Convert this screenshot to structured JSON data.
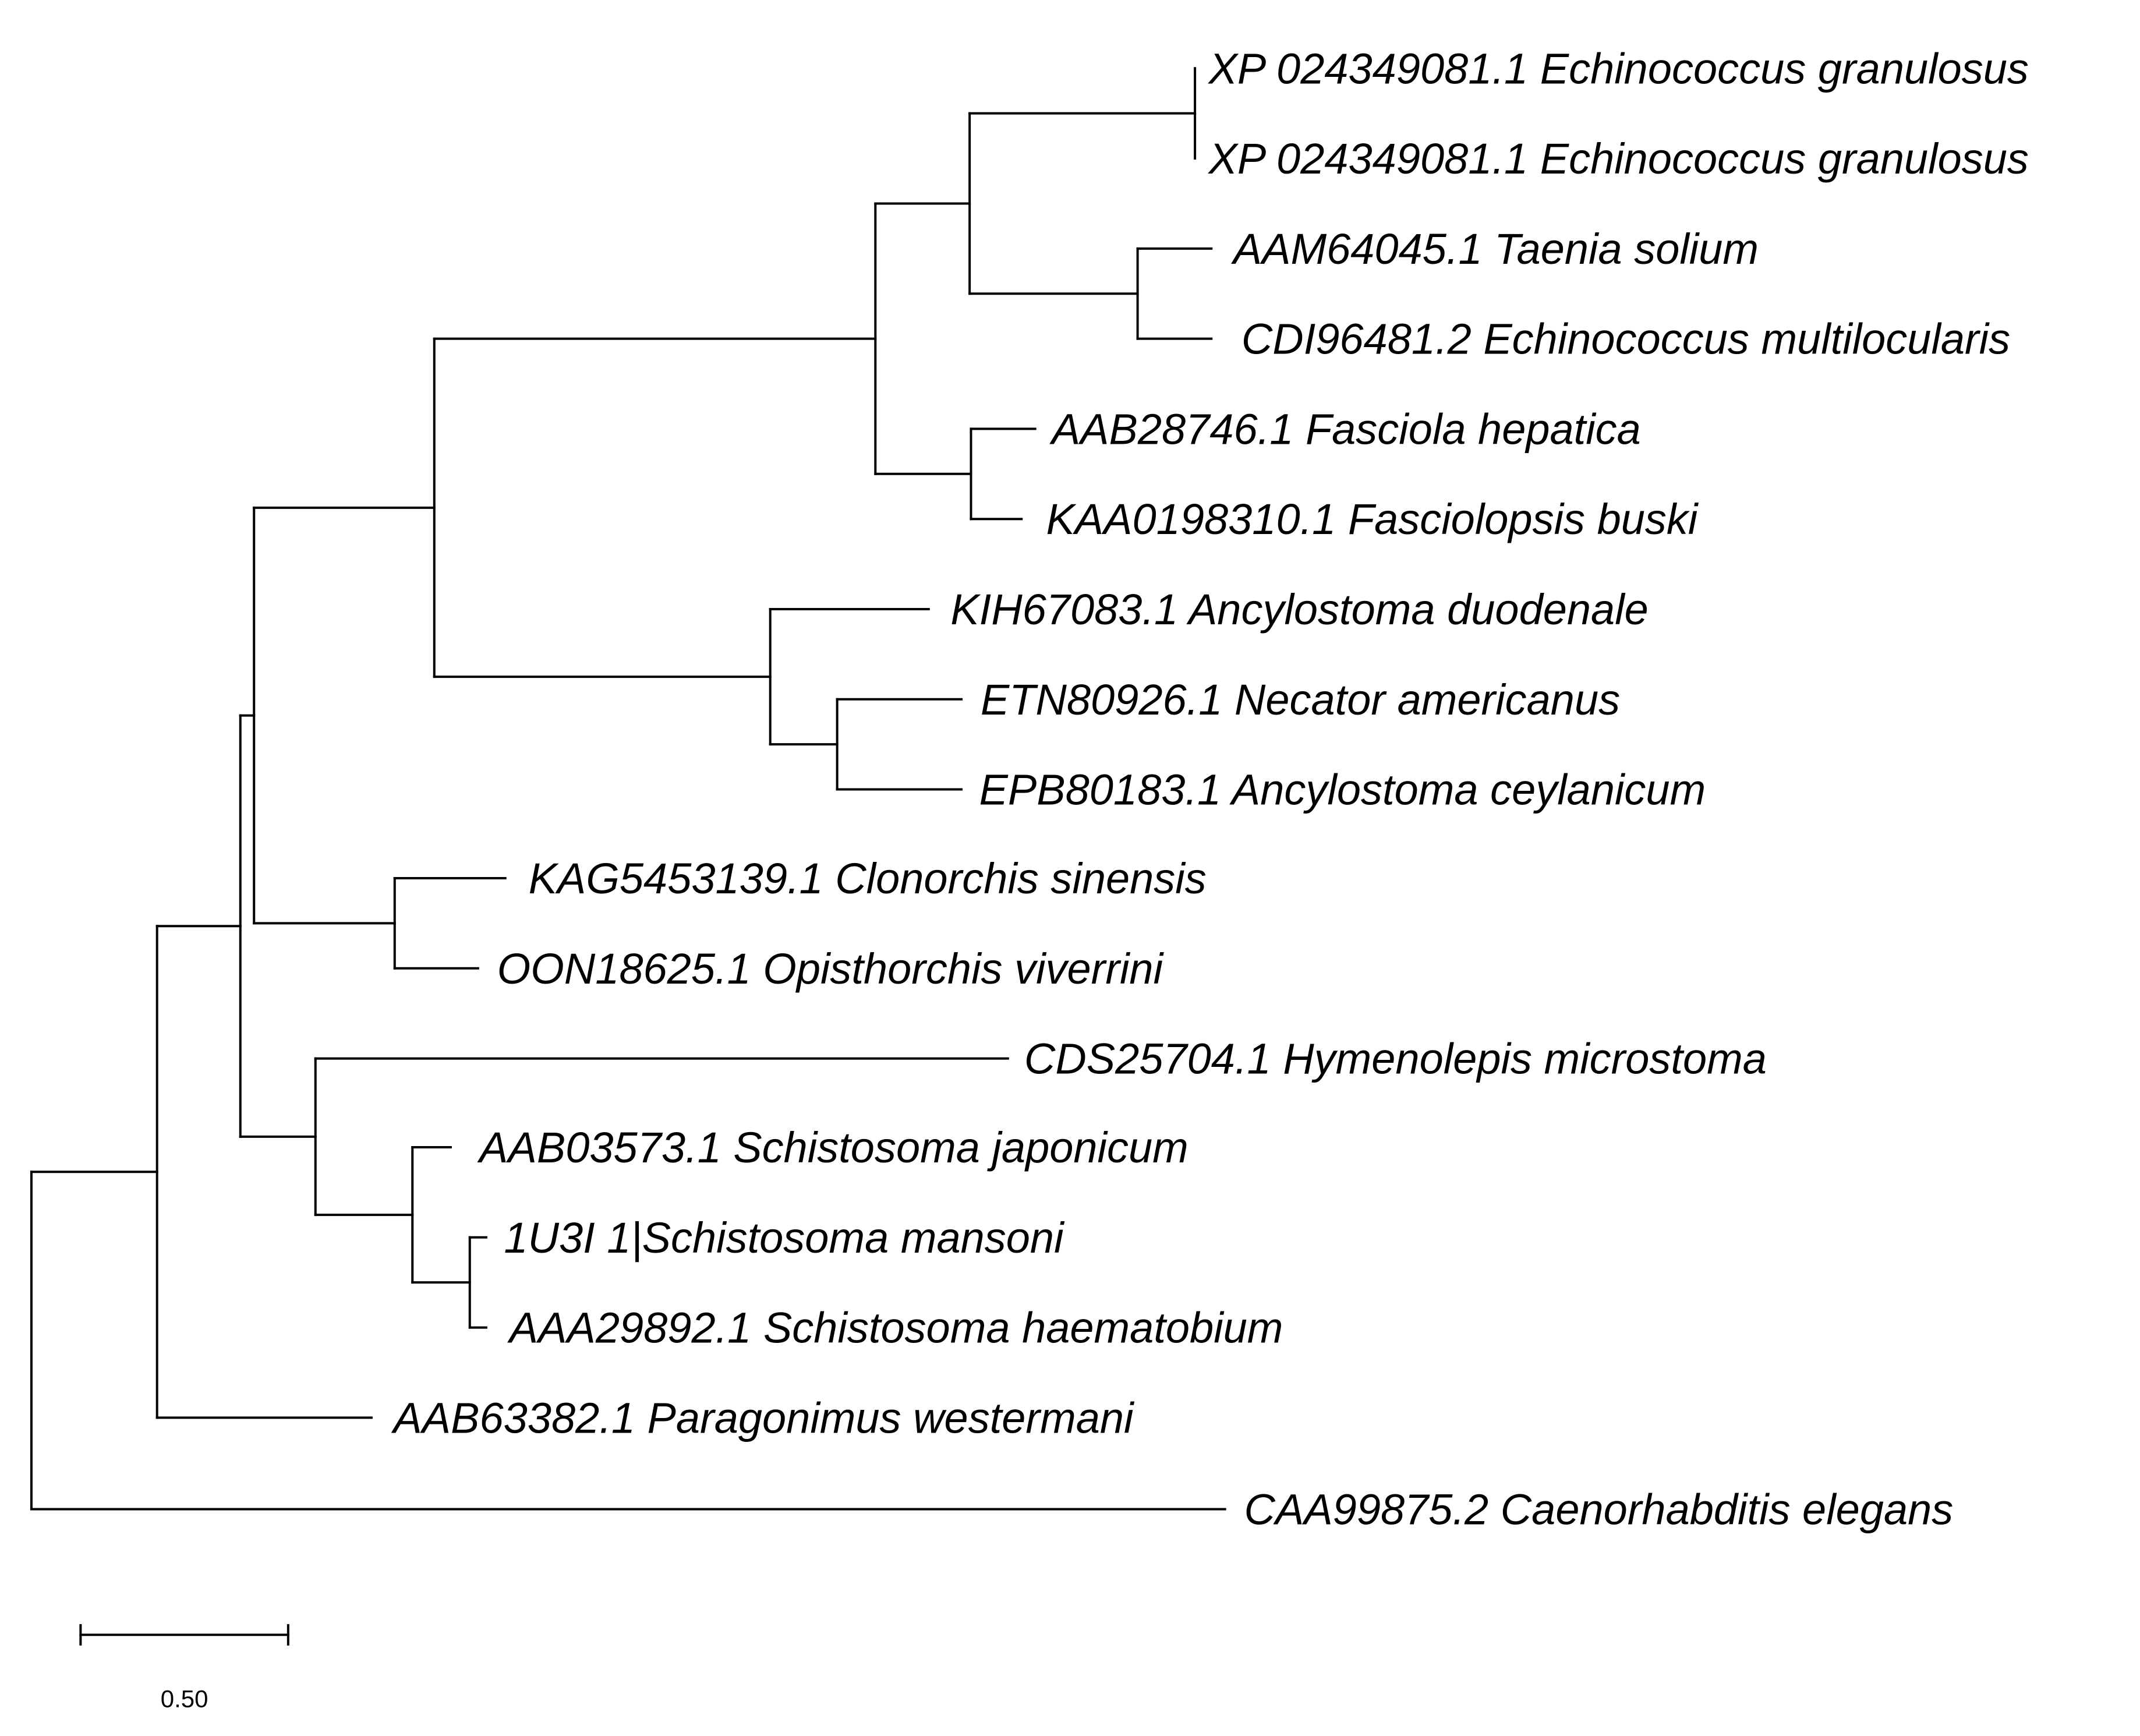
{
  "tree": {
    "colors": {
      "line": "#000000",
      "text": "#000000",
      "background": "#ffffff"
    },
    "leaves": [
      {
        "id": "l1",
        "label": "XP 024349081.1 Echinococcus granulosus"
      },
      {
        "id": "l2",
        "label": "XP 024349081.1 Echinococcus granulosus"
      },
      {
        "id": "l3",
        "label": "AAM64045.1 Taenia solium"
      },
      {
        "id": "l4",
        "label": "CDI96481.2 Echinococcus multilocularis"
      },
      {
        "id": "l5",
        "label": "AAB28746.1 Fasciola hepatica"
      },
      {
        "id": "l6",
        "label": "KAA0198310.1 Fasciolopsis buski"
      },
      {
        "id": "l7",
        "label": "KIH67083.1 Ancylostoma duodenale"
      },
      {
        "id": "l8",
        "label": "ETN80926.1 Necator americanus"
      },
      {
        "id": "l9",
        "label": "EPB80183.1 Ancylostoma ceylanicum"
      },
      {
        "id": "l10",
        "label": "KAG5453139.1 Clonorchis sinensis"
      },
      {
        "id": "l11",
        "label": "OON18625.1 Opisthorchis viverrini"
      },
      {
        "id": "l12",
        "label": "CDS25704.1 Hymenolepis microstoma"
      },
      {
        "id": "l13",
        "label": "AAB03573.1 Schistosoma japonicum"
      },
      {
        "id": "l14",
        "label": "1U3I 1|Schistosoma mansoni"
      },
      {
        "id": "l15",
        "label": "AAA29892.1 Schistosoma haematobium"
      },
      {
        "id": "l16",
        "label": "AAB63382.1 Paragonimus westermani"
      },
      {
        "id": "l17",
        "label": "CAA99875.2 Caenorhabditis elegans"
      }
    ],
    "scale_bar": {
      "label": "0.50",
      "length": 0.5
    }
  }
}
